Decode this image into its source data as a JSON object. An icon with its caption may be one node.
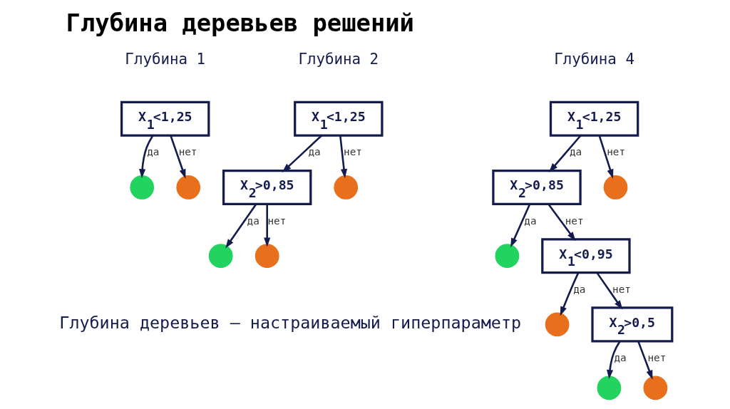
{
  "diagram": {
    "title": "Глубина деревьев решений",
    "nodes": [
      {
        "text": [
          "X$_{1}$<1,25"
        ]
      },
      {
        "text": [],
        "shape": "circle"
      },
      {
        "text": [],
        "shape": "circle"
      },
      {
        "text": [
          "X$_{1}$<1,25"
        ]
      },
      {
        "text": [
          "X$_{2}$>0,85"
        ]
      },
      {
        "text": [],
        "shape": "circle"
      },
      {
        "text": [],
        "shape": "circle"
      },
      {
        "text": [],
        "shape": "circle"
      },
      {
        "text": [
          "X$_{1}$<1,25"
        ]
      },
      {
        "text": [
          "X$_{2}$>0,85"
        ]
      },
      {
        "text": [],
        "shape": "circle"
      },
      {
        "text": [],
        "shape": "circle"
      },
      {
        "text": [
          "X$_{1}$<0,95"
        ]
      },
      {
        "text": [],
        "shape": "circle"
      },
      {
        "text": [
          "X$_{2}$>0,5"
        ]
      },
      {
        "text": [],
        "shape": "circle"
      },
      {
        "text": [],
        "shape": "circle"
      }
    ],
    "edges": [
      {
        "from": 0,
        "to": 1,
        "arrow": "to",
        "label": "да"
      },
      {
        "from": 0,
        "to": 2,
        "arrow": "to",
        "label": "нет"
      },
      {
        "from": 3,
        "to": 4,
        "arrow": "to",
        "label": "да"
      },
      {
        "from": 3,
        "to": 5,
        "arrow": "to",
        "label": "нет"
      },
      {
        "from": 4,
        "to": 6,
        "arrow": "to",
        "label": "да"
      },
      {
        "from": 4,
        "to": 7,
        "arrow": "to",
        "label": "нет"
      },
      {
        "from": 8,
        "to": 9,
        "arrow": "to",
        "label": "да"
      },
      {
        "from": 8,
        "to": 10,
        "arrow": "to",
        "label": "нет"
      },
      {
        "from": 9,
        "to": 11,
        "arrow": "to",
        "label": "да"
      },
      {
        "from": 9,
        "to": 12,
        "arrow": "to",
        "label": "нет"
      },
      {
        "from": 12,
        "to": 13,
        "arrow": "to",
        "label": "да"
      },
      {
        "from": 12,
        "to": 14,
        "arrow": "to",
        "label": "нет"
      },
      {
        "from": 14,
        "to": 15,
        "arrow": "to",
        "label": "да"
      },
      {
        "from": 14,
        "to": 16,
        "arrow": "to",
        "label": "нет"
      }
    ],
    "labels": [
      "Глубина 1",
      "Глубина 2",
      "Глубина 4",
      "Глубина деревьев — настраиваемый гиперпараметр"
    ]
  }
}
